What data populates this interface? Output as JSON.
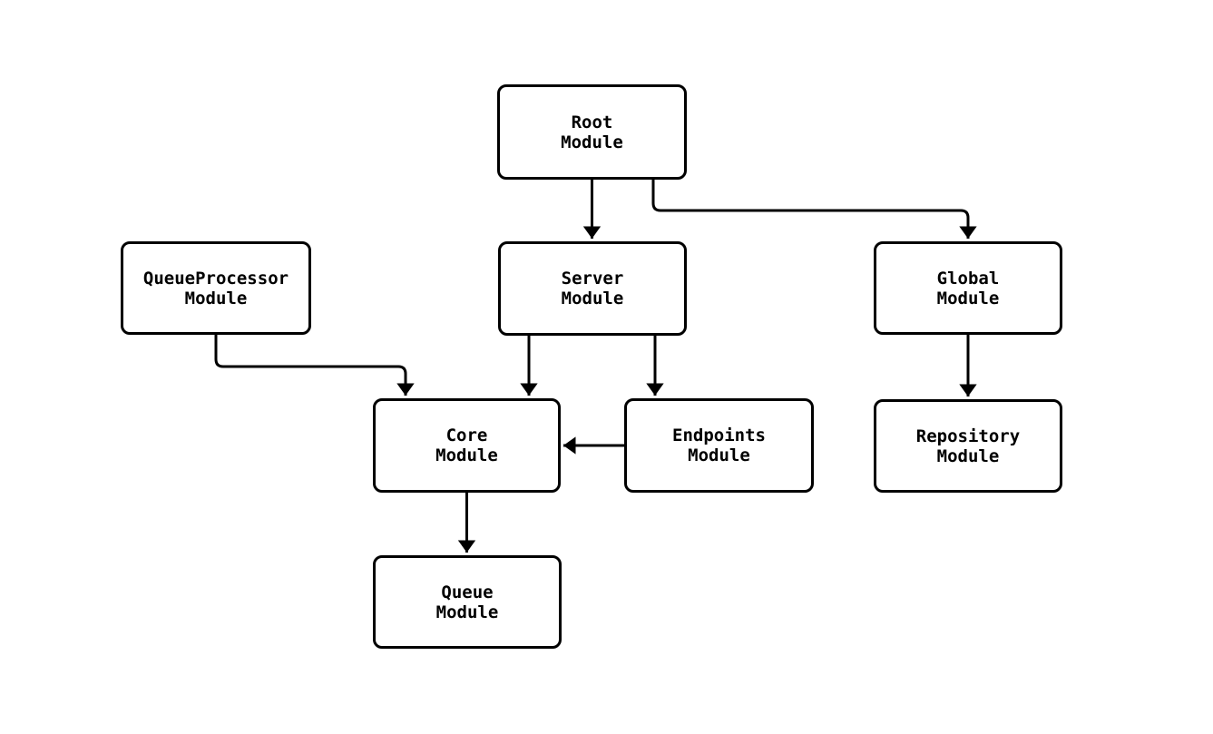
{
  "diagram": {
    "type": "module-dependency-graph",
    "colors": {
      "background": "#ffffff",
      "line": "#000000",
      "node_fill": "#ffffff",
      "text": "#000000"
    },
    "nodes": {
      "root": {
        "label": "Root\nModule"
      },
      "server": {
        "label": "Server\nModule"
      },
      "global": {
        "label": "Global\nModule"
      },
      "queueprocessor": {
        "label": "QueueProcessor\nModule"
      },
      "core": {
        "label": "Core\nModule"
      },
      "endpoints": {
        "label": "Endpoints\nModule"
      },
      "repository": {
        "label": "Repository\nModule"
      },
      "queue": {
        "label": "Queue\nModule"
      }
    },
    "edges": [
      {
        "from": "Root Module",
        "to": "Server Module"
      },
      {
        "from": "Root Module",
        "to": "Global Module"
      },
      {
        "from": "QueueProcessor Module",
        "to": "Core Module"
      },
      {
        "from": "Server Module",
        "to": "Core Module"
      },
      {
        "from": "Server Module",
        "to": "Endpoints Module"
      },
      {
        "from": "Endpoints Module",
        "to": "Core Module"
      },
      {
        "from": "Global Module",
        "to": "Repository Module"
      },
      {
        "from": "Core Module",
        "to": "Queue Module"
      }
    ]
  }
}
